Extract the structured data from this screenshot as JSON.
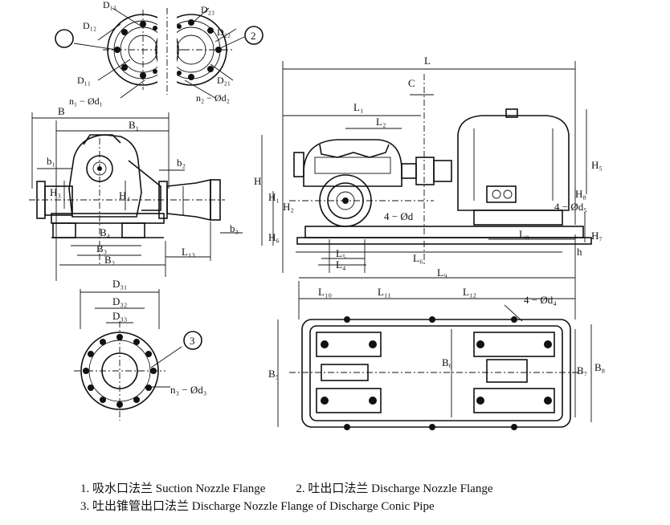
{
  "labels": {
    "D13": "D₁₃",
    "D12": "D₁₂",
    "D11": "D₁₁",
    "D23": "D₂₃",
    "D22": "D₂₂",
    "D21": "D₂₁",
    "n1d1": "n₁ − Ød₁",
    "n2d2": "n₂ − Ød₂",
    "B": "B",
    "B1": "B₁",
    "B2": "B₂",
    "B3": "B₃",
    "B4": "B₄",
    "B5": "B₅",
    "B6": "B₆",
    "B7": "B₇",
    "B8": "B₈",
    "b1": "b₁",
    "b2": "b₂",
    "b3": "b₃",
    "H": "H",
    "H1": "H₁",
    "H2": "H₂",
    "H3": "H₃",
    "H4": "H₄",
    "H5": "H₅",
    "H6": "H₆",
    "H7": "H₇",
    "H8": "H₈",
    "h": "h",
    "L": "L",
    "L1": "L₁",
    "L2": "L₂",
    "L4": "L₄",
    "L5": "L₅",
    "L6": "L₆",
    "L8": "L₈",
    "L9": "L₉",
    "L10": "L₁₀",
    "L11": "L₁₁",
    "L12": "L₁₂",
    "L13": "L₁₃",
    "C": "C",
    "d_4": "4 − Ød",
    "d5_4": "4 − Ød₅",
    "d4_4": "4 − Ød₄",
    "D31": "D₃₁",
    "D32": "D₃₂",
    "D33": "D₃₃",
    "n3d3": "n₃ − Ød₃",
    "balloon1": "",
    "balloon2": "2",
    "balloon3": "3"
  },
  "captions": {
    "item1": "1. 吸水口法兰 Suction Nozzle Flange",
    "item2": "2. 吐出口法兰 Discharge Nozzle Flange",
    "item3": "3. 吐出锥管出口法兰 Discharge Nozzle Flange of Discharge Conic Pipe"
  }
}
